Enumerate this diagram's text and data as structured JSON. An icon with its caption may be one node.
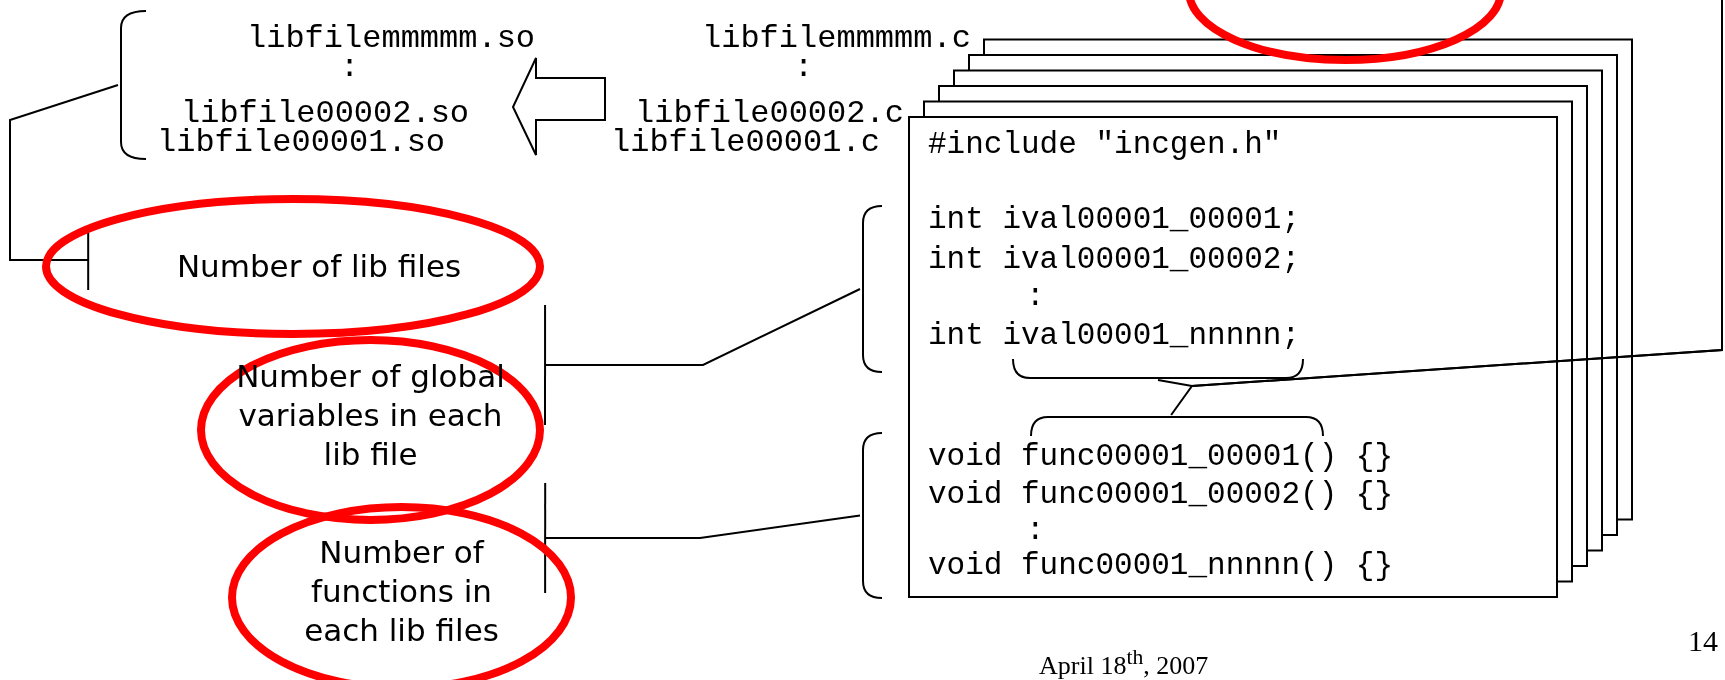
{
  "diagram": {
    "nodes": [
      {
        "text": [],
        "shape": "ellipse"
      },
      {
        "text": [
          "libfilemmmmm.so",
          ":",
          "libfile00002.so",
          "libfile00001.so"
        ]
      },
      {
        "text": [
          "libfilemmmmm.c",
          ":",
          "libfile00002.c",
          "libfile00001.c"
        ]
      },
      {
        "text": [
          "#include \"incgen.h\"",
          "int ival00001_00001;",
          "int ival00001_00002;",
          ":",
          "int ival00001_nnnnn;",
          "void func00001_00001() {}",
          "void func00001_00002() {}",
          ":",
          "void func00001_nnnnn() {}"
        ]
      },
      {
        "text": [
          "Number of lib files"
        ]
      },
      {
        "text": [
          "Number of global variables in each lib file"
        ]
      },
      {
        "text": [
          "Number of functions in each lib files"
        ]
      },
      {
        "text": [],
        "shape": "bracket"
      },
      {
        "text": [],
        "shape": "bracket"
      },
      {
        "text": [],
        "shape": "bracket"
      },
      {
        "text": [],
        "shape": "bracket",
        "in": 3
      },
      {
        "text": [],
        "shape": "bracket",
        "in": 3
      }
    ],
    "edges": [
      {
        "from": 2,
        "to": 1,
        "arrow": "to"
      },
      {
        "from": 4,
        "to": 7,
        "arrow": "other"
      },
      {
        "from": 5,
        "to": 8,
        "arrow": "other"
      },
      {
        "from": 6,
        "to": 9,
        "arrow": "other"
      },
      {
        "from": null,
        "to": 10,
        "arrow": "none"
      },
      {
        "from": null,
        "to": 11,
        "arrow": "none"
      }
    ],
    "labels": [
      "14",
      "April 18$^{th}$, 2007"
    ]
  }
}
